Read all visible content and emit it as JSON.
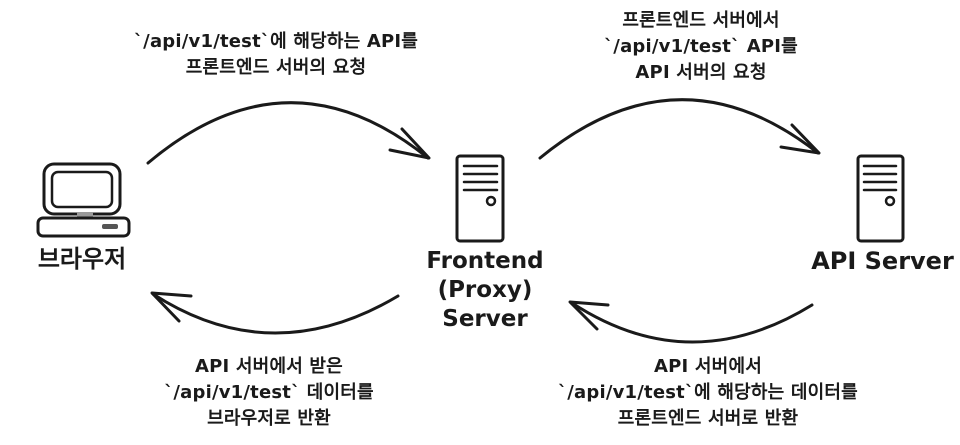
{
  "diagram": {
    "title": "Frontend proxy API request flow",
    "colors": {
      "ink": "#1a1a1a",
      "background": "#ffffff"
    },
    "nodes": {
      "browser": {
        "icon": "desktop-computer-icon",
        "label": "브라우저"
      },
      "frontend": {
        "icon": "server-tower-icon",
        "label_lines": [
          "Frontend",
          "(Proxy)",
          "Server"
        ]
      },
      "api": {
        "icon": "server-tower-icon",
        "label": "API Server"
      }
    },
    "edges": {
      "browser_to_frontend": {
        "direction": "right",
        "lines": [
          "`/api/v1/test`에 해당하는 API를",
          "프론트엔드 서버의 요청"
        ]
      },
      "frontend_to_api": {
        "direction": "right",
        "lines": [
          "프론트엔드 서버에서",
          "`/api/v1/test` API를",
          "API 서버의 요청"
        ]
      },
      "frontend_to_browser": {
        "direction": "left",
        "lines": [
          "API 서버에서 받은",
          "`/api/v1/test` 데이터를",
          "브라우저로 반환"
        ]
      },
      "api_to_frontend": {
        "direction": "left",
        "lines": [
          "API 서버에서",
          "`/api/v1/test`에 해당하는 데이터를",
          "프론트엔드 서버로 반환"
        ]
      }
    }
  }
}
